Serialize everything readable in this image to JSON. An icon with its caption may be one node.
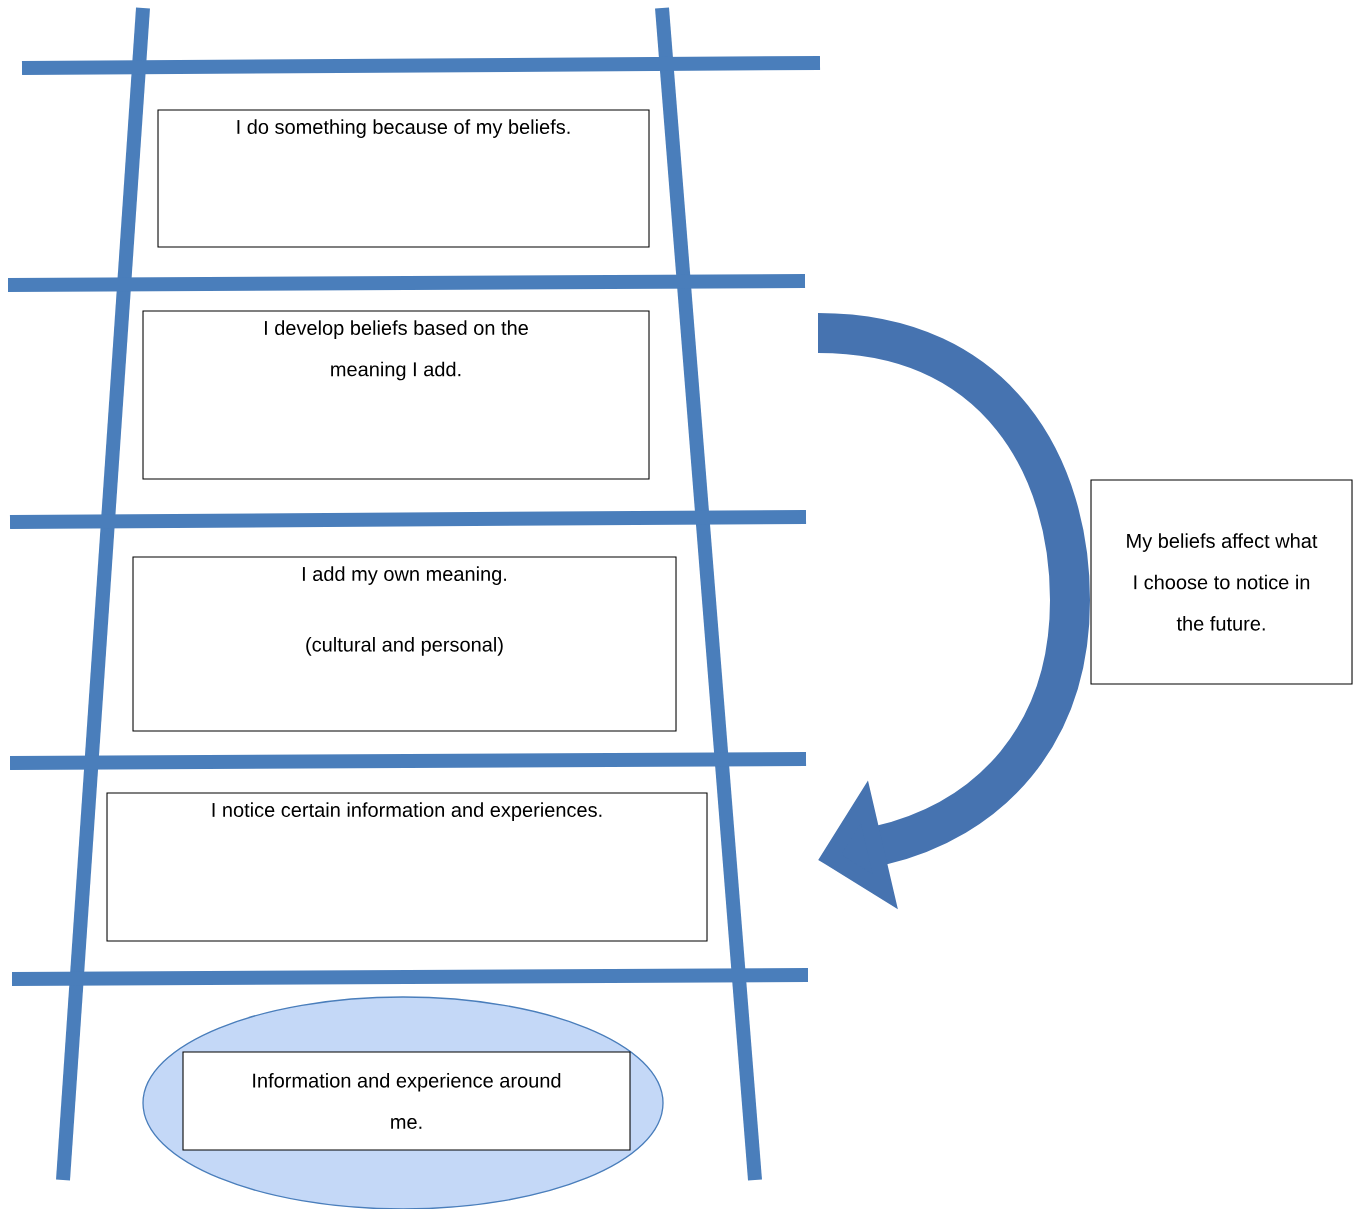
{
  "diagram": {
    "nodes": [
      {
        "text": [
          "I do something because of my beliefs."
        ]
      },
      {
        "text": [
          "I develop beliefs based on the meaning I add."
        ]
      },
      {
        "text": [
          "I add my own meaning.",
          "(cultural and personal)"
        ]
      },
      {
        "text": [
          "I notice certain information and experiences."
        ]
      },
      {
        "text": [],
        "shape": "ellipse"
      },
      {
        "text": [
          "Information and experience around me."
        ],
        "in": 4
      },
      {
        "text": [
          "My beliefs affect what I choose to notice in the future."
        ]
      }
    ]
  }
}
